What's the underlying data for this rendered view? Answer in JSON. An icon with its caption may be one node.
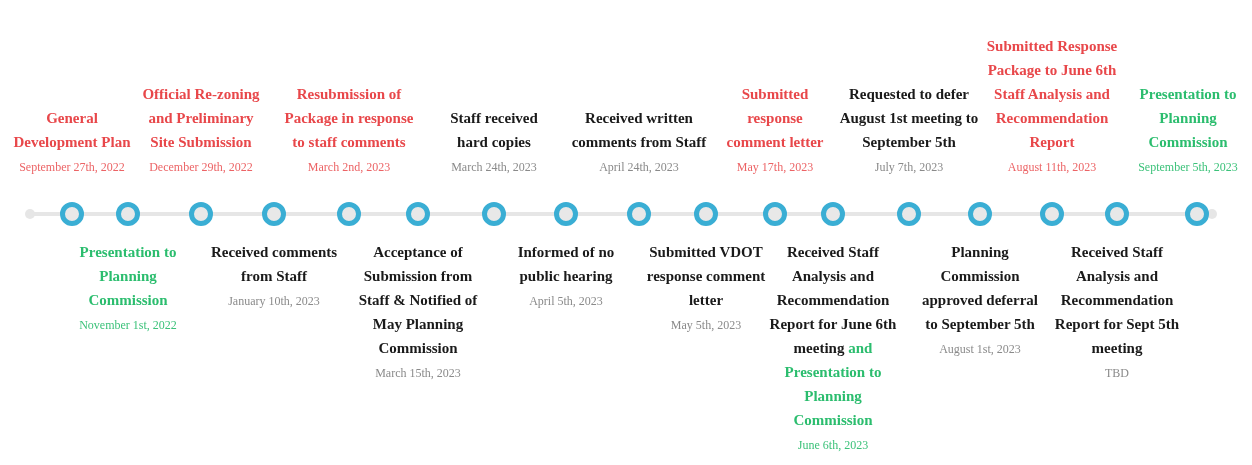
{
  "diagram": {
    "nodes": [
      {
        "text": [
          "General Development Plan",
          "September 27th, 2022"
        ]
      },
      {
        "text": [
          "Presentation to Planning Commission",
          "November 1st, 2022"
        ]
      },
      {
        "text": [
          "Official Re-zoning and Preliminary Site Submission",
          "December 29th, 2022"
        ]
      },
      {
        "text": [
          "Received comments from Staff",
          "January 10th, 2023"
        ]
      },
      {
        "text": [
          "Resubmission of Package in response to staff comments",
          "March 2nd, 2023"
        ]
      },
      {
        "text": [
          "Acceptance of Submission from Staff & Notified of May Planning Commission",
          "March 15th, 2023"
        ]
      },
      {
        "text": [
          "Staff received hard copies",
          "March 24th, 2023"
        ]
      },
      {
        "text": [
          "Informed of no public hearing",
          "April 5th, 2023"
        ]
      },
      {
        "text": [
          "Received written comments from Staff",
          "April 24th, 2023"
        ]
      },
      {
        "text": [
          "Submitted VDOT response comment letter",
          "May 5th, 2023"
        ]
      },
      {
        "text": [
          "Submitted response comment letter",
          "May 17th, 2023"
        ]
      },
      {
        "text": [
          "Received Staff Analysis and Recommendation Report for June 6th meeting",
          "and Presentation to Planning Commission",
          "June 6th, 2023"
        ]
      },
      {
        "text": [
          "Requested to defer August 1st meeting to September 5th",
          "July 7th, 2023"
        ]
      },
      {
        "text": [
          "Planning Commission approved deferral to September 5th",
          "August 1st, 2023"
        ]
      },
      {
        "text": [
          "Submitted Response Package to June 6th Staff Analysis and Recommendation Report",
          "August 11th, 2023"
        ]
      },
      {
        "text": [
          "Received Staff Analysis and Recommendation Report for Sept 5th meeting",
          "TBD"
        ]
      },
      {
        "text": [
          "Presentation to Planning Commission",
          "September 5th, 2023"
        ]
      }
    ]
  }
}
